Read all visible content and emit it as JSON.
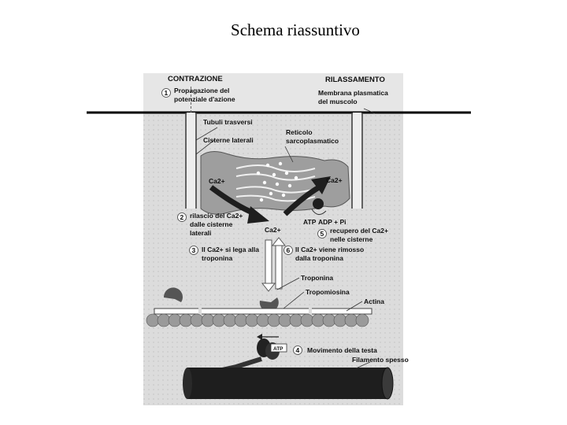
{
  "page": {
    "title": "Schema riassuntivo"
  },
  "diagram": {
    "headers": {
      "left": "CONTRAZIONE",
      "right": "RILASSAMENTO"
    },
    "steps": {
      "s1": {
        "num": "1",
        "line1": "Propagazione del",
        "line2": "potenziale d'azione"
      },
      "s2": {
        "num": "2",
        "line1": "rilascio del Ca2+",
        "line2": "dalle cisterne",
        "line3": "laterali"
      },
      "s3": {
        "num": "3",
        "line1": "Il Ca2+ si lega alla",
        "line2": "troponina"
      },
      "s4": {
        "num": "4",
        "line1": "Movimento della testa"
      },
      "s5": {
        "num": "5",
        "line1": "recupero del Ca2+",
        "line2": "nelle cisterne"
      },
      "s6": {
        "num": "6",
        "line1": "Il Ca2+ viene rimosso",
        "line2": "dalla troponina"
      }
    },
    "labels": {
      "membrane_1": "Membrana plasmatica",
      "membrane_2": "del muscolo",
      "t_tubules": "Tubuli trasversi",
      "lateral_cisterns": "Cisterne laterali",
      "sr_1": "Reticolo",
      "sr_2": "sarcoplasmatico",
      "ca_left": "Ca2+",
      "ca_right": "Ca2+",
      "ca_center": "Ca2+",
      "atp": "ATP",
      "adp": "ADP + Pi",
      "troponin": "Troponina",
      "tropomyosin": "Tropomiosina",
      "actin": "Actina",
      "head_atp": "ATP",
      "thick_filament": "Filamento spesso"
    },
    "colors": {
      "panel": "#dcdcdc",
      "dark": "#1e1e1e",
      "bead": "#9a9a9a",
      "cistern": "#9e9e9e"
    }
  }
}
